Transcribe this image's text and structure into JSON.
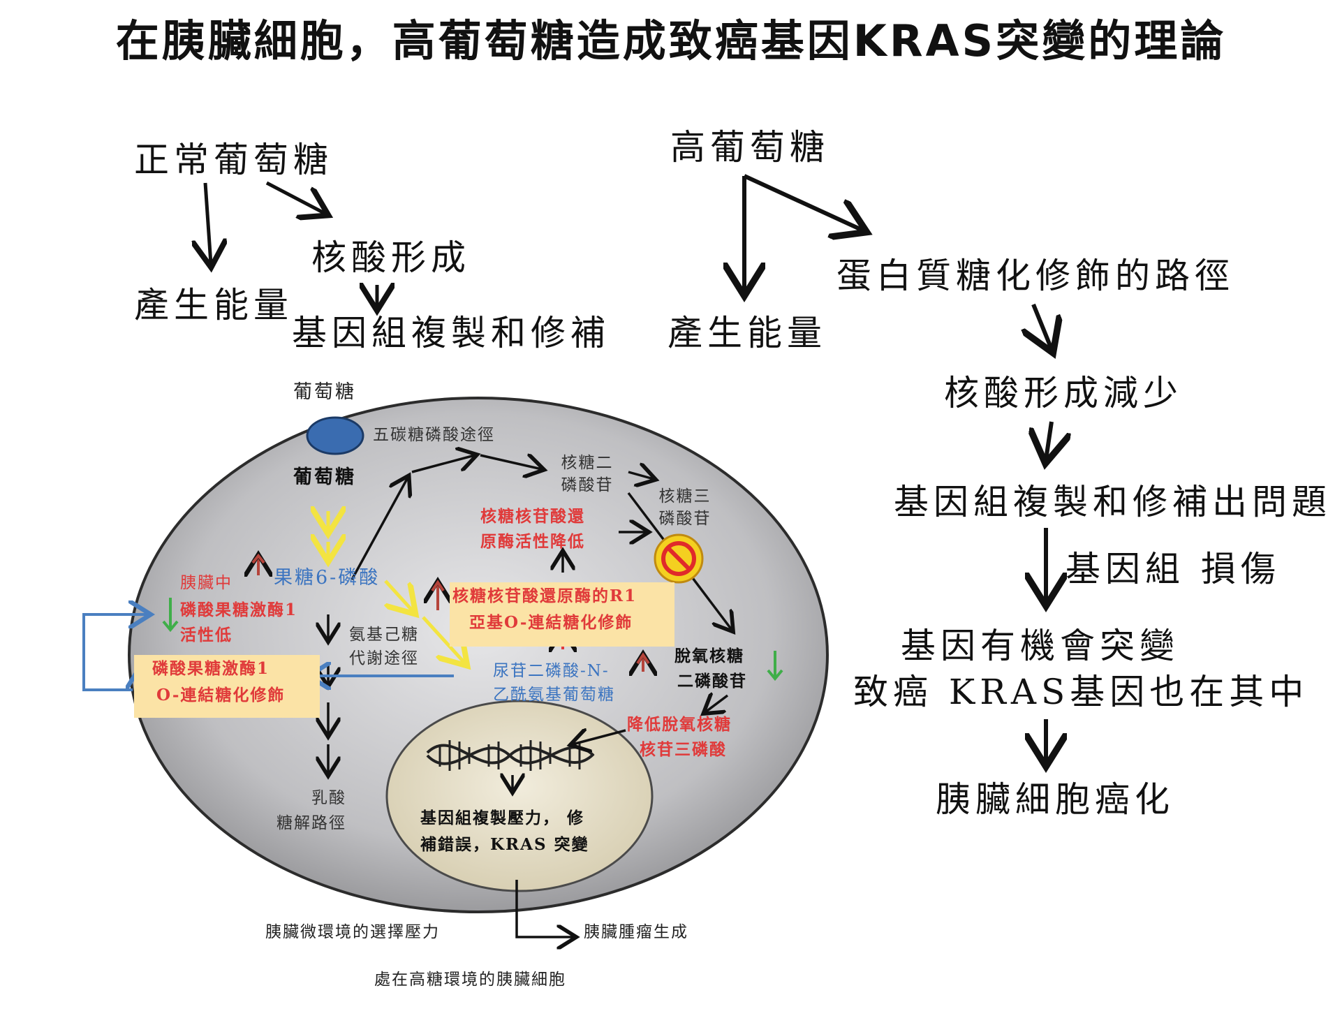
{
  "title": "在胰臟細胞，高葡萄糖造成致癌基因KRAS突變的理論",
  "left_top": {
    "normal_glucose": "正常葡萄糖",
    "nucleic_formation": "核酸形成",
    "energy": "產生能量",
    "genome_repair": "基因組複製和修補"
  },
  "right_top": {
    "high_glucose": "高葡萄糖",
    "energy": "產生能量",
    "glyco_pathway": "蛋白質糖化修飾的路徑",
    "nucleic_decrease": "核酸形成減少",
    "genome_problem": "基因組複製和修補出問題",
    "genome_damage": "基因組 損傷",
    "mutation_line1": "基因有機會突變",
    "mutation_line2": "致癌 KRAS基因也在其中",
    "cancer": "胰臟細胞癌化"
  },
  "cell": {
    "glucose_outside": "葡萄糖",
    "glucose_inside": "葡萄糖",
    "pentose_pathway": "五碳糖磷酸途徑",
    "ribose_diphosphate": [
      "核糖二",
      "磷酸苷"
    ],
    "ribose_triphosphate": [
      "核糖三",
      "磷酸苷"
    ],
    "rnr_activity_low": [
      "核糖核苷酸還",
      "原酶活性降低"
    ],
    "rnr_r1_glyco": [
      "核糖核苷酸還原酶的R1",
      "亞基O-連結糖化修飾"
    ],
    "f6p": "果糖6-磷酸",
    "pancreas_in": "胰臟中",
    "pfk1": "磷酸果糖激酶1",
    "activity_low": "活性低",
    "pfk1_glyco": [
      "磷酸果糖激酶1",
      "O-連結糖化修飾"
    ],
    "hexosamine": [
      "氨基己糖",
      "代謝途徑"
    ],
    "udp_glcnac": [
      "尿苷二磷酸-N-",
      "乙酰氨基葡萄糖"
    ],
    "deoxyribose_diphosphate": [
      "脫氧核糖",
      "二磷酸苷"
    ],
    "dntp_low": [
      "降低脫氧核糖",
      "核苷三磷酸"
    ],
    "lactate": "乳酸",
    "glycolysis": "糖解路徑",
    "nucleus_text": [
      "基因組複製壓力， 修",
      "補錯誤，KRAS 突變"
    ],
    "selection_pressure": "胰臟微環境的選擇壓力",
    "tumor": "胰臟腫瘤生成",
    "caption": "處在高糖環境的胰臟細胞"
  },
  "colors": {
    "red_up": "#b5443b",
    "green_down": "#3fae49",
    "yellow_arrow": "#f3e441",
    "blue_arrow": "#4a7fc0",
    "highlight": "#fbe3a6",
    "cell_fill": "#b9b9bb",
    "nucleus_fill": "#e3dcc6"
  }
}
